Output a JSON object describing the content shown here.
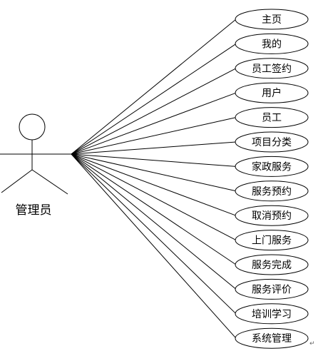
{
  "actor": {
    "name": "管理员"
  },
  "use_cases": [
    "主页",
    "我的",
    "员工签约",
    "用户",
    "员工",
    "项目分类",
    "家政服务",
    "服务预约",
    "取消预约",
    "上门服务",
    "服务完成",
    "服务评价",
    "培训学习",
    "系统管理"
  ],
  "paragraph_mark": "↵"
}
